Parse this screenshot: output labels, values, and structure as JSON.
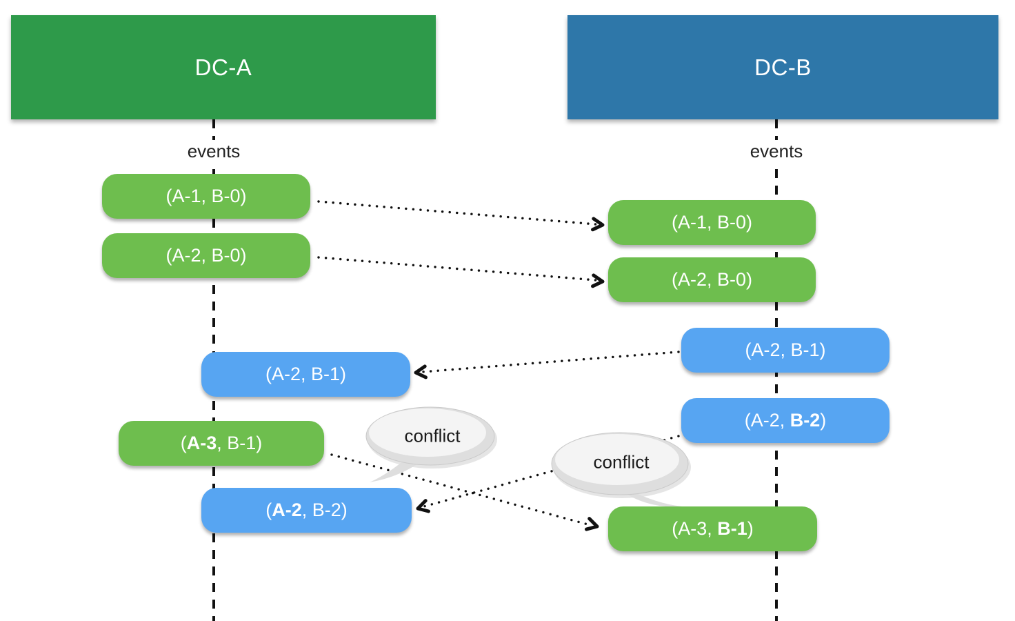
{
  "colors": {
    "dc_a_fill": "#2e9a4a",
    "dc_b_fill": "#2e77a9",
    "pill_green": "#6ebe4e",
    "pill_blue": "#57a5f2",
    "line_color": "#111111",
    "text_on_fill": "#ffffff",
    "label_text": "#222222",
    "bubble_fill": "#dedede",
    "bubble_highlight": "#f4f4f4",
    "bubble_edge": "#c9c9c9"
  },
  "headers": {
    "dc_a": "DC-A",
    "dc_b": "DC-B"
  },
  "lanes": {
    "a_events_label": "events",
    "b_events_label": "events"
  },
  "pills": {
    "a_local_1": {
      "pre": "(A-1, B-0)",
      "strong": "",
      "post": ""
    },
    "a_local_2": {
      "pre": "(A-2, B-0)",
      "strong": "",
      "post": ""
    },
    "a_recv_b1": {
      "pre": "(A-2, B-1)",
      "strong": "",
      "post": ""
    },
    "a_local_3": {
      "pre": "(",
      "strong": "A-3",
      "post": ", B-1)"
    },
    "a_recv_b2": {
      "pre": "(",
      "strong": "A-2",
      "post": ", B-2)"
    },
    "b_recv_a1": {
      "pre": "(A-1, B-0)",
      "strong": "",
      "post": ""
    },
    "b_recv_a2": {
      "pre": "(A-2, B-0)",
      "strong": "",
      "post": ""
    },
    "b_local_1": {
      "pre": "(A-2, B-1)",
      "strong": "",
      "post": ""
    },
    "b_local_2": {
      "pre": "(A-2, ",
      "strong": "B-2",
      "post": ")"
    },
    "b_recv_a3": {
      "pre": "(A-3, ",
      "strong": "B-1",
      "post": ")"
    }
  },
  "annotations": {
    "conflict_left": "conflict",
    "conflict_right": "conflict"
  }
}
